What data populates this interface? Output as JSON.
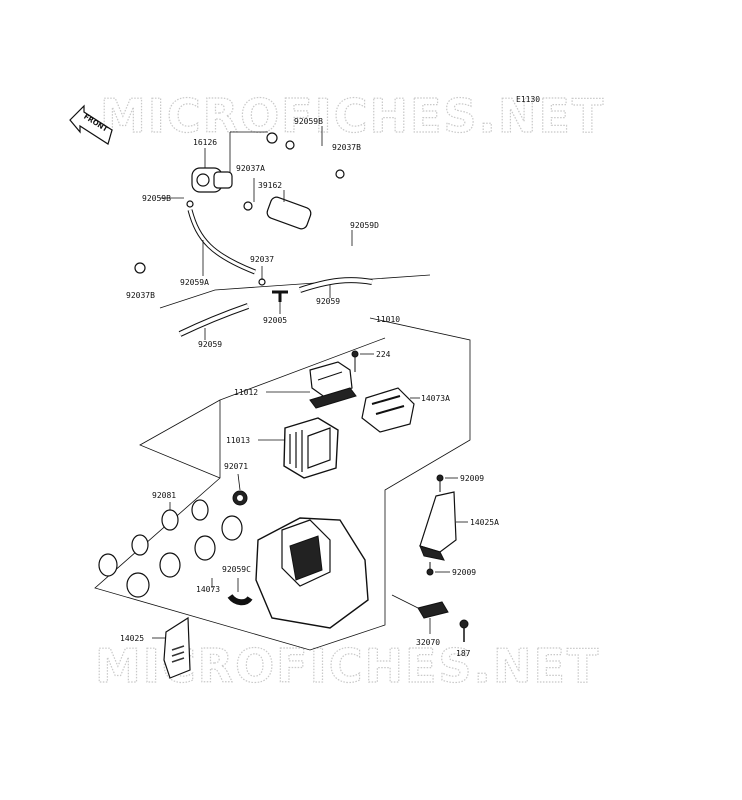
{
  "watermark": "MICROFICHES.NET",
  "figure_code": "E1130",
  "front_label": "FRONT",
  "parts": [
    {
      "id": "p16126",
      "label": "16126"
    },
    {
      "id": "p92059B_top",
      "label": "92059B"
    },
    {
      "id": "p92037B_top",
      "label": "92037B"
    },
    {
      "id": "p92037A",
      "label": "92037A"
    },
    {
      "id": "p39162",
      "label": "39162"
    },
    {
      "id": "p92059B_left",
      "label": "92059B"
    },
    {
      "id": "p92059D",
      "label": "92059D"
    },
    {
      "id": "p92037",
      "label": "92037"
    },
    {
      "id": "p92059A",
      "label": "92059A"
    },
    {
      "id": "p92037B_left",
      "label": "92037B"
    },
    {
      "id": "p92059_right",
      "label": "92059"
    },
    {
      "id": "p92005",
      "label": "92005"
    },
    {
      "id": "p92059_left",
      "label": "92059"
    },
    {
      "id": "p11010",
      "label": "11010"
    },
    {
      "id": "p224",
      "label": "224"
    },
    {
      "id": "p11012",
      "label": "11012"
    },
    {
      "id": "p14073A",
      "label": "14073A"
    },
    {
      "id": "p11013",
      "label": "11013"
    },
    {
      "id": "p92071",
      "label": "92071"
    },
    {
      "id": "p92009_top",
      "label": "92009"
    },
    {
      "id": "p92081",
      "label": "92081"
    },
    {
      "id": "p14025A",
      "label": "14025A"
    },
    {
      "id": "p92009_bot",
      "label": "92009"
    },
    {
      "id": "p92059C",
      "label": "92059C"
    },
    {
      "id": "p14073",
      "label": "14073"
    },
    {
      "id": "p14025",
      "label": "14025"
    },
    {
      "id": "p32070",
      "label": "32070"
    },
    {
      "id": "p187",
      "label": "187"
    }
  ]
}
